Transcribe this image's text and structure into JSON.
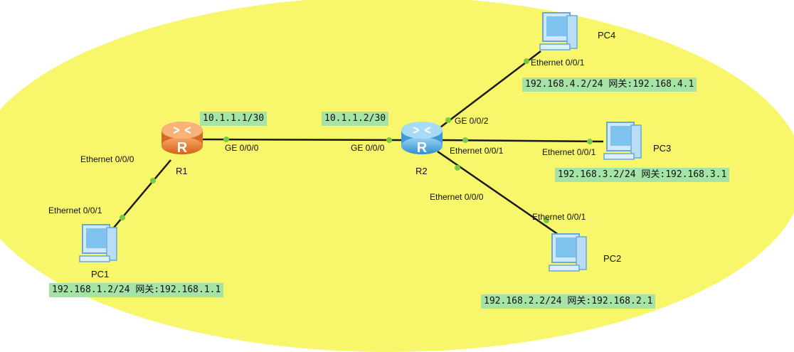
{
  "devices": {
    "r1": {
      "label": "R1",
      "glyph": "R"
    },
    "r2": {
      "label": "R2",
      "glyph": "R"
    },
    "pc1": {
      "label": "PC1"
    },
    "pc2": {
      "label": "PC2"
    },
    "pc3": {
      "label": "PC3"
    },
    "pc4": {
      "label": "PC4"
    }
  },
  "ports": {
    "r1_ge000": "GE 0/0/0",
    "r1_eth000": "Ethernet 0/0/0",
    "r2_ge000": "GE 0/0/0",
    "r2_ge002": "GE 0/0/2",
    "r2_eth001": "Ethernet 0/0/1",
    "r2_eth000": "Ethernet 0/0/0",
    "pc1_eth001": "Ethernet 0/0/1",
    "pc2_eth001": "Ethernet 0/0/1",
    "pc3_eth001": "Ethernet 0/0/1",
    "pc4_eth001": "Ethernet 0/0/1"
  },
  "addresses": {
    "r1_wan": "10.1.1.1/30",
    "r2_wan": "10.1.1.2/30",
    "pc1": "192.168.1.2/24 网关:192.168.1.1",
    "pc2": "192.168.2.2/24 网关:192.168.2.1",
    "pc3": "192.168.3.2/24 网关:192.168.3.1",
    "pc4": "192.168.4.2/24 网关:192.168.4.1"
  },
  "colors": {
    "background_zone": "#f8f66a",
    "label_bg": "#a6e3a6",
    "router_r1": "#f08a3c",
    "router_r2": "#5ab4e8",
    "port_dot": "#7ac943"
  }
}
